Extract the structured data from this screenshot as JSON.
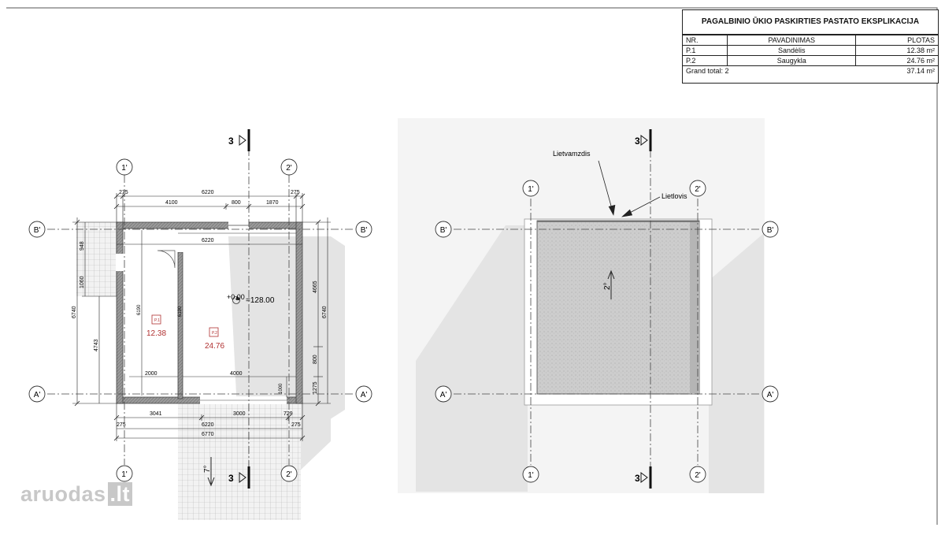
{
  "schedule": {
    "title": "PAGALBINIO ŪKIO PASKIRTIES PASTATO EKSPLIKACIJA",
    "headers": [
      "NR.",
      "PAVADINIMAS",
      "PLOTAS"
    ],
    "rows": [
      {
        "nr": "P.1",
        "name": "Sandėlis",
        "area": "12.38 m²"
      },
      {
        "nr": "P.2",
        "name": "Saugykla",
        "area": "24.76 m²"
      }
    ],
    "total_label": "Grand total: 2",
    "total_area": "37.14 m²"
  },
  "grid": {
    "col_1": "1'",
    "col_2": "2'",
    "row_a": "A'",
    "row_b": "B'",
    "section": "3"
  },
  "floor_plan": {
    "dims_top": {
      "d1": "275",
      "d2": "6220",
      "d3": "275",
      "d4": "4100",
      "d5": "800",
      "d6": "1870",
      "d7": "6220"
    },
    "dims_bottom": {
      "d1": "3041",
      "d2": "3000",
      "d3": "729",
      "d4": "275",
      "d5": "6220",
      "d6": "275",
      "d7": "6770"
    },
    "dims_left": {
      "d1": "948",
      "d2": "1060",
      "d3": "6740",
      "d4": "4743",
      "d5": "6190"
    },
    "dims_right": {
      "d1": "4665",
      "d2": "6740",
      "d3": "800",
      "d4": "1275"
    },
    "dims_inner": {
      "d1": "6190",
      "d2": "2000",
      "d3": "4000",
      "d4": "1000"
    },
    "level": "+0.00",
    "abs_level": "=128.00",
    "room_1": {
      "tag": "P.1",
      "area": "12.38"
    },
    "room_2": {
      "tag": "P.2",
      "area": "24.76"
    },
    "slope": "7°"
  },
  "roof_plan": {
    "label_downpipe": "Lietvamzdis",
    "label_gutter": "Lietlovis",
    "slope": "2°"
  },
  "watermark": {
    "name": "aruodas",
    "suffix": ".lt"
  },
  "colors": {
    "shadow": "#e3e3e3",
    "roof_fill": "#cfcfcf",
    "wall": "#8a8a8a",
    "room_tag": "#b03030"
  }
}
